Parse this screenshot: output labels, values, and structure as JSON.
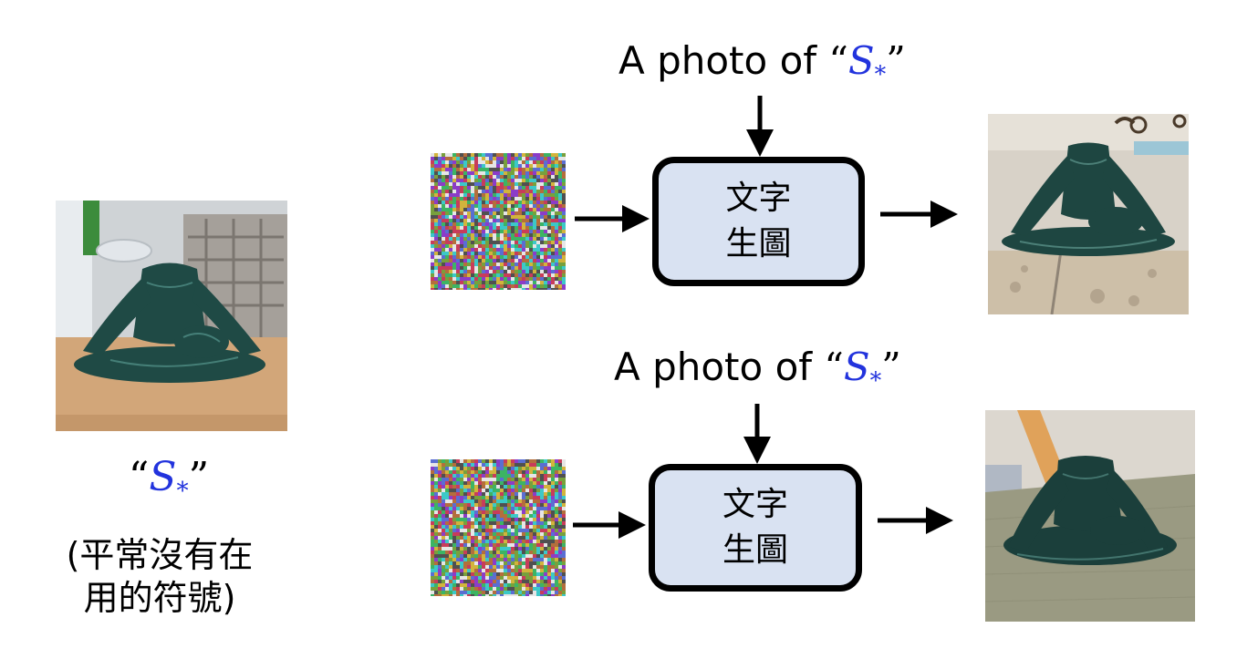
{
  "reference": {
    "token_open_quote": "“",
    "token_symbol": "S",
    "token_subscript": "*",
    "token_close_quote": "”",
    "note_line1": "(平常沒有在",
    "note_line2": "用的符號)"
  },
  "pipelines": [
    {
      "prompt_text": "A photo of ",
      "prompt_open_quote": "“",
      "prompt_symbol": "S",
      "prompt_subscript": "*",
      "prompt_close_quote": "”",
      "box_line1": "文字",
      "box_line2": "生圖"
    },
    {
      "prompt_text": "A photo of ",
      "prompt_open_quote": "“",
      "prompt_symbol": "S",
      "prompt_subscript": "*",
      "prompt_close_quote": "”",
      "box_line1": "文字",
      "box_line2": "生圖"
    }
  ],
  "colors": {
    "box_fill": "#d9e2f2",
    "symbol_blue": "#2233dd",
    "statue_green": "#1f4a45"
  }
}
